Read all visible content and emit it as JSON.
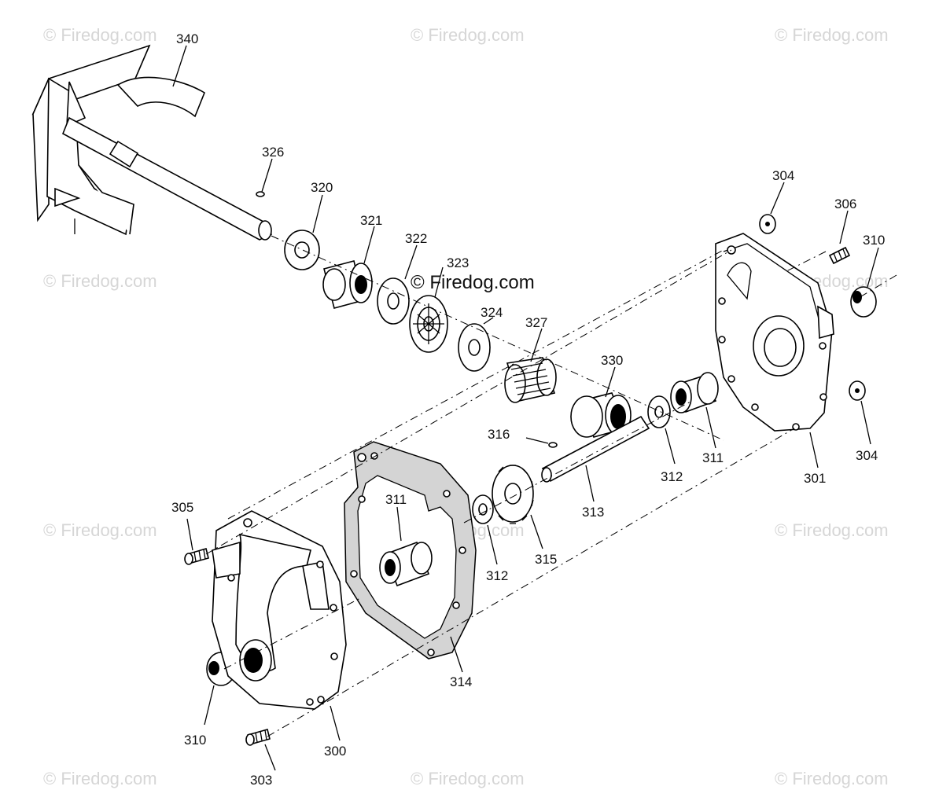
{
  "watermarks": {
    "text": "© Firedog.com",
    "center_text": "© Firedog.com"
  },
  "labels": {
    "p340": "340",
    "p326": "326",
    "p320": "320",
    "p321": "321",
    "p322": "322",
    "p323": "323",
    "p324": "324",
    "p327": "327",
    "p330": "330",
    "p304a": "304",
    "p306": "306",
    "p310a": "310",
    "p304b": "304",
    "p301": "301",
    "p311a": "311",
    "p312a": "312",
    "p313": "313",
    "p316": "316",
    "p315": "315",
    "p312b": "312",
    "p311b": "311",
    "p305": "305",
    "p314": "314",
    "p310b": "310",
    "p300": "300",
    "p303": "303"
  },
  "colors": {
    "line": "#000000",
    "watermark": "#d6d6d6",
    "gasket_fill": "#d4d4d4"
  }
}
